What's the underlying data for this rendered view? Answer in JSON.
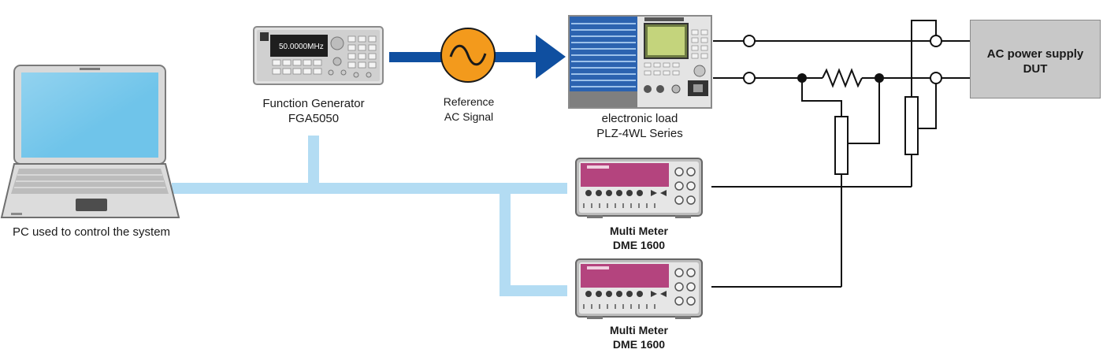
{
  "labels": {
    "pc": "PC used to control the system",
    "fg_line1": "Function Generator",
    "fg_line2": "FGA5050",
    "ref_line1": "Reference",
    "ref_line2": "AC Signal",
    "load_line1": "electronic load",
    "load_line2": "PLZ-4WL Series",
    "dut_line1": "AC power supply",
    "dut_line2": "DUT",
    "mm1_line1": "Multi Meter",
    "mm1_line2": "DME 1600",
    "mm2_line1": "Multi Meter",
    "mm2_line2": "DME 1600"
  },
  "device_text": {
    "fg_display": "50.0000MHz"
  },
  "colors": {
    "data_bus": "#b3dcf3",
    "signal_arrow": "#0f4fa0",
    "reference_circle": "#f39a1c",
    "wires": "#111111",
    "dut_fill": "#c8c8c8",
    "meter_face": "#b4447e",
    "load_panel": "#2c63b0"
  }
}
